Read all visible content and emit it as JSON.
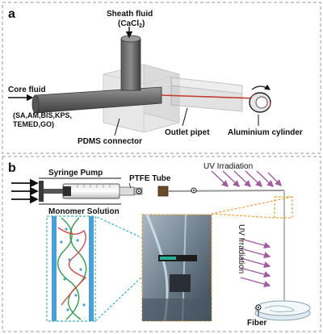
{
  "panel_a": {
    "label": "a",
    "sheath_fluid": "Sheath fluid",
    "sheath_formula_main": "(CaCl",
    "sheath_formula_sub": "2",
    "sheath_formula_close": ")",
    "core_fluid": "Core fluid",
    "core_components_line1": "(SA,AM,BIS,KPS,",
    "core_components_line2": "TEMED,GO)",
    "pdms_connector": "PDMS connector",
    "outlet_pipet": "Outlet pipet",
    "aluminium_cylinder": "Aluminium cylinder"
  },
  "panel_b": {
    "label": "b",
    "syringe_pump": "Syringe Pump",
    "ptfe_tube": "PTFE Tube",
    "uv_irradiation_top": "UV Irradiation",
    "monomer_solution": "Monomer Solution",
    "uv_irradiation_side": "UV Irradiation",
    "fiber": "Fiber"
  },
  "colors": {
    "pipe_gray": "#707070",
    "pdms_box": "#c9c9c9",
    "outlet_red": "#c0392b",
    "uv_purple": "#a35aa0",
    "guide_orange": "#f2a23a",
    "guide_cyan": "#3fb3c7",
    "panel_border": "#9a9a9a"
  }
}
